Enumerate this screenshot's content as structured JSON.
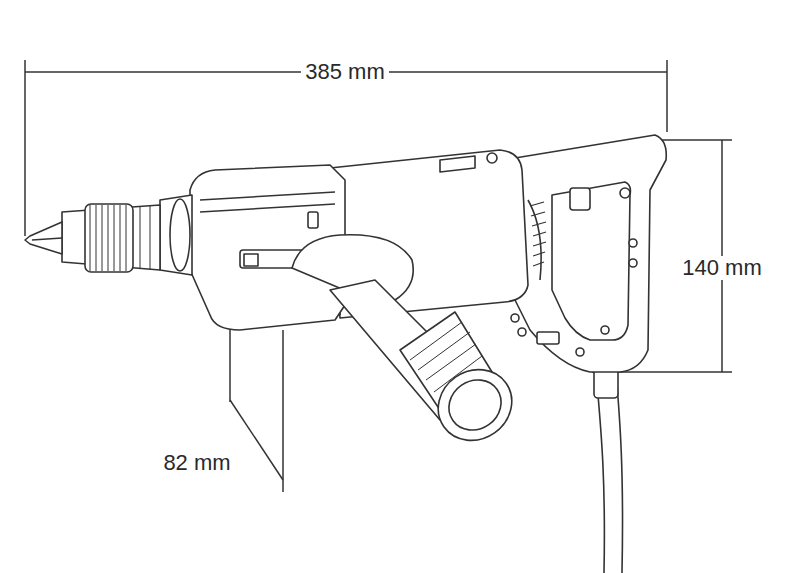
{
  "diagram": {
    "labels": [
      "385 mm",
      "140 mm",
      "82 mm"
    ]
  }
}
